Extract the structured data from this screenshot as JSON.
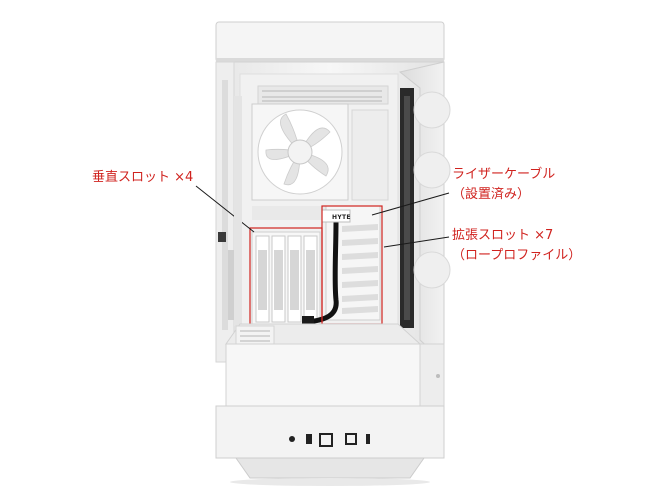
{
  "callouts": {
    "vertical_slots": {
      "label": "垂直スロット ×4",
      "color": "#d0231f"
    },
    "riser_cable": {
      "line1": "ライザーケーブル",
      "line2": "（設置済み）",
      "color": "#d0231f"
    },
    "expansion_slots": {
      "line1": "拡張スロット ×7",
      "line2": "（ロープロファイル）",
      "color": "#d0231f"
    }
  },
  "case": {
    "brand_mark": "HYTE",
    "body_color": "#f4f4f4",
    "shadow_color": "#d9d9d9"
  }
}
